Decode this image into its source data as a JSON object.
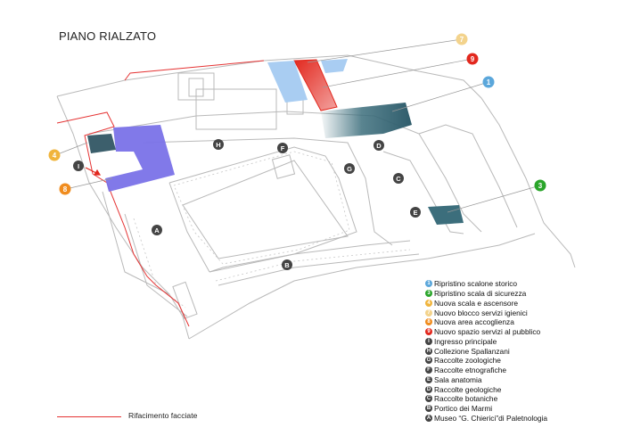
{
  "title": "PIANO RIALZATO",
  "markers": {
    "num_1": "1",
    "num_3": "3",
    "num_4": "4",
    "num_7": "7",
    "num_8": "8",
    "num_9": "9",
    "A": "A",
    "B": "B",
    "D": "D",
    "E": "E",
    "F": "F",
    "G": "G",
    "H": "H",
    "I": "I",
    "C": "C"
  },
  "legend": [
    {
      "symbol": "1",
      "label": "Ripristino scalone storico",
      "color": "#5ba7db"
    },
    {
      "symbol": "3",
      "label": "Ripristino scala di sicurezza",
      "color": "#2aa52a"
    },
    {
      "symbol": "4",
      "label": "Nuova scala e ascensore",
      "color": "#f0b43c"
    },
    {
      "symbol": "7",
      "label": "Nuovo blocco servizi igienici",
      "color": "#f3d38c"
    },
    {
      "symbol": "8",
      "label": "Nuova area accoglienza",
      "color": "#f08c1e"
    },
    {
      "symbol": "9",
      "label": "Nuovo spazio servizi al pubblico",
      "color": "#e2281e"
    },
    {
      "symbol": "I",
      "label": "Ingresso principale",
      "color": "#444444"
    },
    {
      "symbol": "H",
      "label": " Collezione Spallanzani",
      "color": "#444444"
    },
    {
      "symbol": "G",
      "label": "Raccolte zoologiche",
      "color": "#444444"
    },
    {
      "symbol": "F",
      "label": "Raccolte etnografiche",
      "color": "#444444"
    },
    {
      "symbol": "E",
      "label": "Sala anatomia",
      "color": "#444444"
    },
    {
      "symbol": "D",
      "label": "Raccolte geologiche",
      "color": "#444444"
    },
    {
      "symbol": "C",
      "label": "Raccolte botaniche",
      "color": "#444444"
    },
    {
      "symbol": "B",
      "label": "Portico dei Marmi",
      "color": "#444444"
    },
    {
      "symbol": "A",
      "label": "Museo “G. Chierici”di Paletnologia",
      "color": "#444444"
    }
  ],
  "facade_label": "Rifacimento facciate",
  "colors": {
    "wall": "#b8b8b8",
    "facade": "#e53333",
    "area_8": "#7a72e8",
    "area_1": "#3c6e7c",
    "area_9": "#e2281e",
    "area_7": "#a9cdf2",
    "marker": "#444444"
  }
}
